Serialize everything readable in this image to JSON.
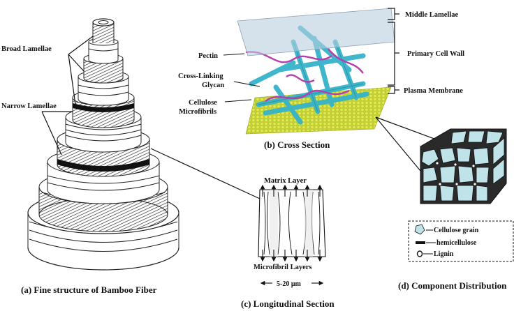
{
  "colors": {
    "cellulose": "#35b3c9",
    "pectin": "#b43fae",
    "membrane": "#d2dc3a",
    "lamellae": "#b9cfe0",
    "grain": "#bfe3e8"
  },
  "panel_a": {
    "label_broad": "Broad Lamellae",
    "label_narrow": "Narrow Lamellae",
    "caption": "(a) Fine structure of Bamboo Fiber"
  },
  "panel_b": {
    "label_middle": "Middle Lamellae",
    "label_primary": "Primary Cell Wall",
    "label_plasma": "Plasma Membrane",
    "label_pectin": "Pectin",
    "label_crosslinking_1": "Cross-Linking",
    "label_crosslinking_2": "Glycan",
    "label_cellulose_1": "Cellulose",
    "label_cellulose_2": "Microfibrils",
    "caption": "(b) Cross Section"
  },
  "panel_c": {
    "label_matrix": "Matrix Layer",
    "label_microfibril": "Microfibril Layers",
    "label_width": "5-20 μm",
    "caption": "(c) Longitudinal Section"
  },
  "panel_d": {
    "legend": [
      {
        "icon": "cellulose-grain-icon",
        "label": "Cellulose grain"
      },
      {
        "icon": "hemicellulose-icon",
        "label": "hemicellulose"
      },
      {
        "icon": "lignin-icon",
        "label": "Lignin"
      }
    ],
    "caption": "(d) Component Distribution"
  }
}
